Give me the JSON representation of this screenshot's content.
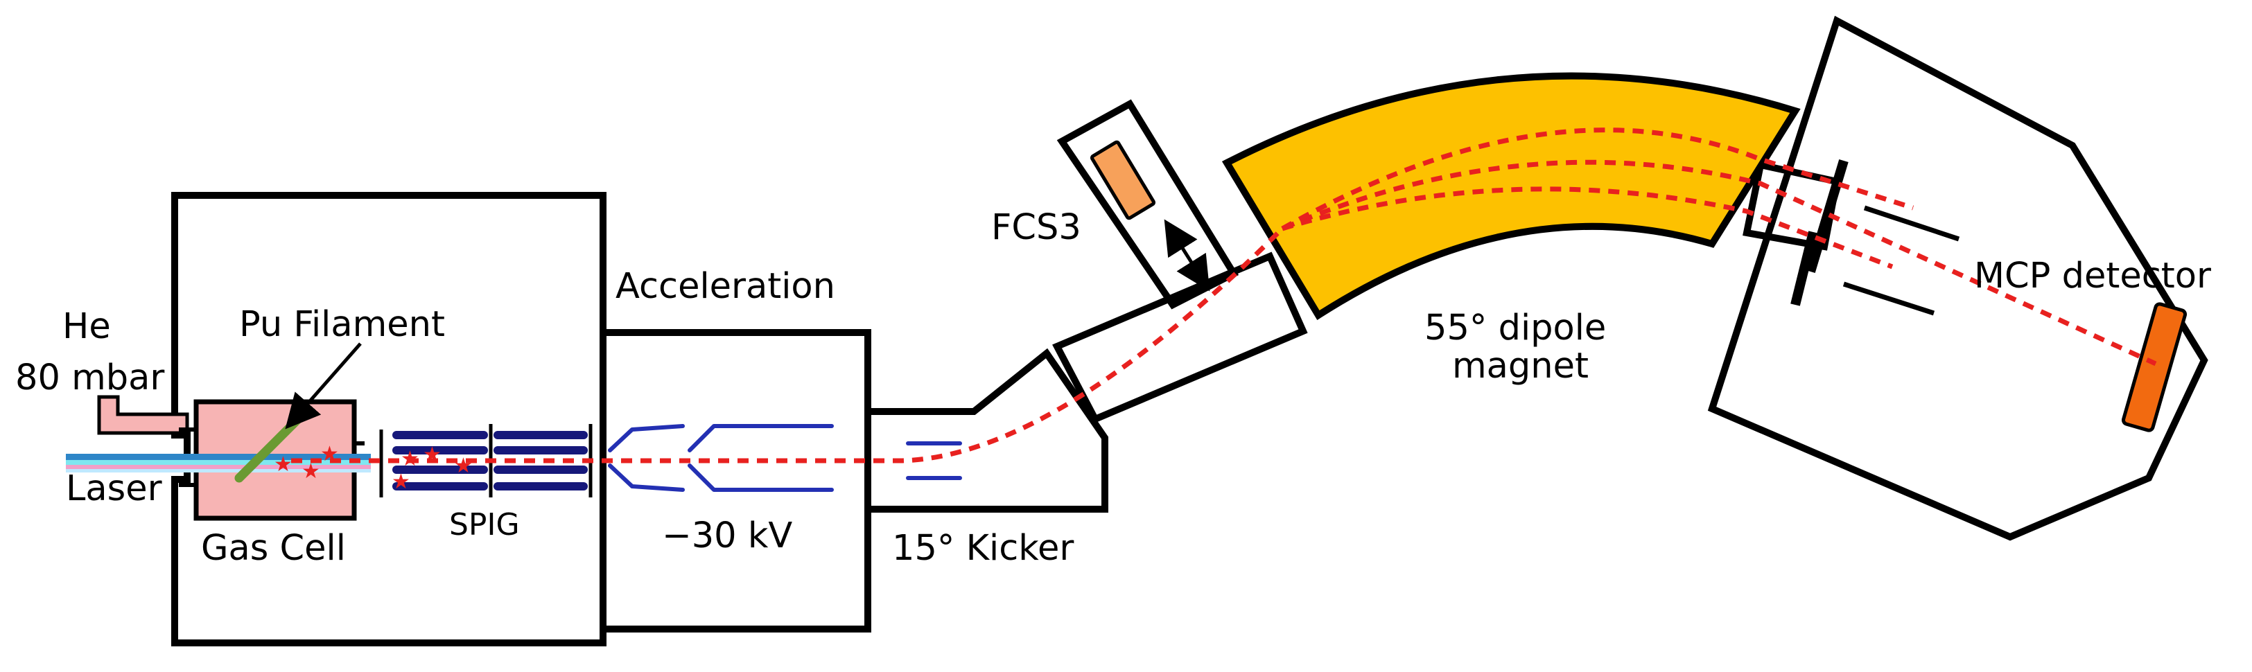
{
  "labels": {
    "he": "He",
    "pressure": "80 mbar",
    "pu_filament": "Pu Filament",
    "laser": "Laser",
    "gas_cell": "Gas Cell",
    "spig": "SPIG",
    "acceleration": "Acceleration",
    "voltage": "−30 kV",
    "kicker": "15° Kicker",
    "fcs3": "FCS3",
    "dipole_line1": "55° dipole",
    "dipole_line2": "magnet",
    "mcp": "MCP detector"
  },
  "colors": {
    "gas_cell_fill": "#f7b4b4",
    "filament": "#6a9a32",
    "beam": "#e8211f",
    "spig_rods": "#16187a",
    "lens": "#2330b3",
    "magnet": "#fdc100",
    "fcs3_cup": "#f7a15a",
    "mcp": "#f26a10",
    "laser": "#2e86c8",
    "gas_inlet": "#f7b4b4"
  }
}
